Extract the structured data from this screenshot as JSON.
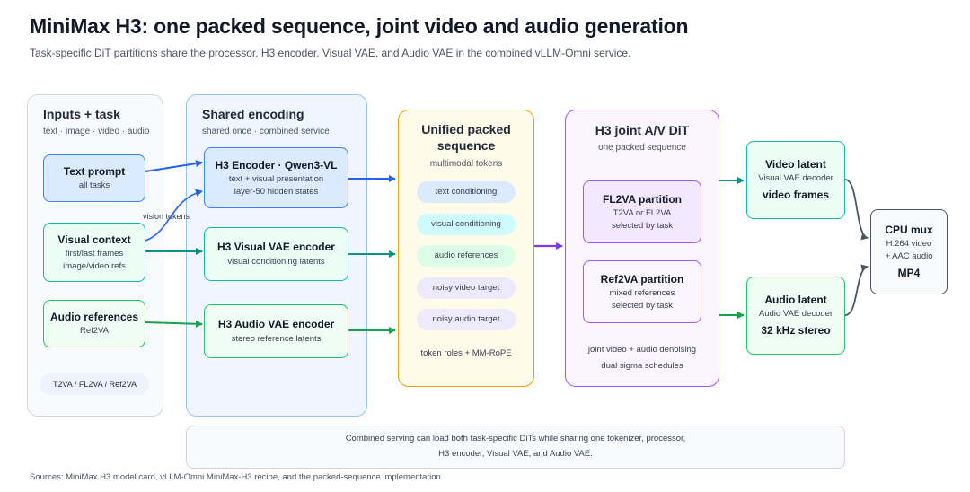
{
  "header": {
    "title": "MiniMax H3: one packed sequence, joint video and audio generation",
    "subtitle": "Task-specific DiT partitions share the processor, H3 encoder, Visual VAE, and Audio VAE in the combined vLLM-Omni service."
  },
  "inputs": {
    "title": "Inputs + task",
    "subtitle": "text · image · video · audio",
    "text_prompt": {
      "title": "Text prompt",
      "sub": "all tasks"
    },
    "visual_context": {
      "title": "Visual context",
      "sub1": "first/last frames",
      "sub2": "image/video refs"
    },
    "audio_refs": {
      "title": "Audio references",
      "sub": "Ref2VA"
    },
    "tasks_pill": "T2VA / FL2VA / Ref2VA"
  },
  "shared": {
    "title": "Shared encoding",
    "subtitle": "shared once · combined service",
    "h3_encoder": {
      "title": "H3 Encoder · Qwen3-VL",
      "sub1": "text + visual presentation",
      "sub2": "layer-50 hidden states"
    },
    "visual_vae": {
      "title": "H3 Visual VAE encoder",
      "sub": "visual conditioning latents"
    },
    "audio_vae": {
      "title": "H3 Audio VAE encoder",
      "sub": "stereo reference latents"
    },
    "vision_tokens_label": "vision tokens"
  },
  "unified": {
    "title1": "Unified packed",
    "title2": "sequence",
    "subtitle": "multimodal tokens",
    "pills": [
      "text conditioning",
      "visual conditioning",
      "audio references",
      "noisy video target",
      "noisy audio target"
    ],
    "footer": "token roles + MM-RoPE"
  },
  "dit": {
    "title": "H3 joint A/V DiT",
    "subtitle": "one packed sequence",
    "fl2va": {
      "title": "FL2VA partition",
      "sub1": "T2VA or FL2VA",
      "sub2": "selected by task"
    },
    "ref2va": {
      "title": "Ref2VA partition",
      "sub1": "mixed references",
      "sub2": "selected by task"
    },
    "footer1": "joint video + audio denoising",
    "footer2": "dual sigma schedules"
  },
  "video_latent": {
    "title": "Video latent",
    "sub": "Visual VAE decoder",
    "bold": "video frames"
  },
  "audio_latent": {
    "title": "Audio latent",
    "sub": "Audio VAE decoder",
    "bold": "32 kHz stereo"
  },
  "cpu_mux": {
    "title": "CPU mux",
    "sub1": "H.264 video",
    "sub2": "+ AAC audio",
    "bold": "MP4"
  },
  "footer_note": {
    "line1": "Combined serving can load both task-specific DiTs while sharing one tokenizer, processor,",
    "line2": "H3 encoder, Visual VAE, and Audio VAE."
  },
  "sources": "Sources: MiniMax H3 model card, vLLM-Omni MiniMax-H3 recipe, and the packed-sequence implementation.",
  "colors": {
    "blue": "#2563eb",
    "teal": "#0d9488",
    "green": "#16a34a",
    "purple": "#7c3aed",
    "orange": "#f59e0b",
    "gray": "#4b5563"
  }
}
